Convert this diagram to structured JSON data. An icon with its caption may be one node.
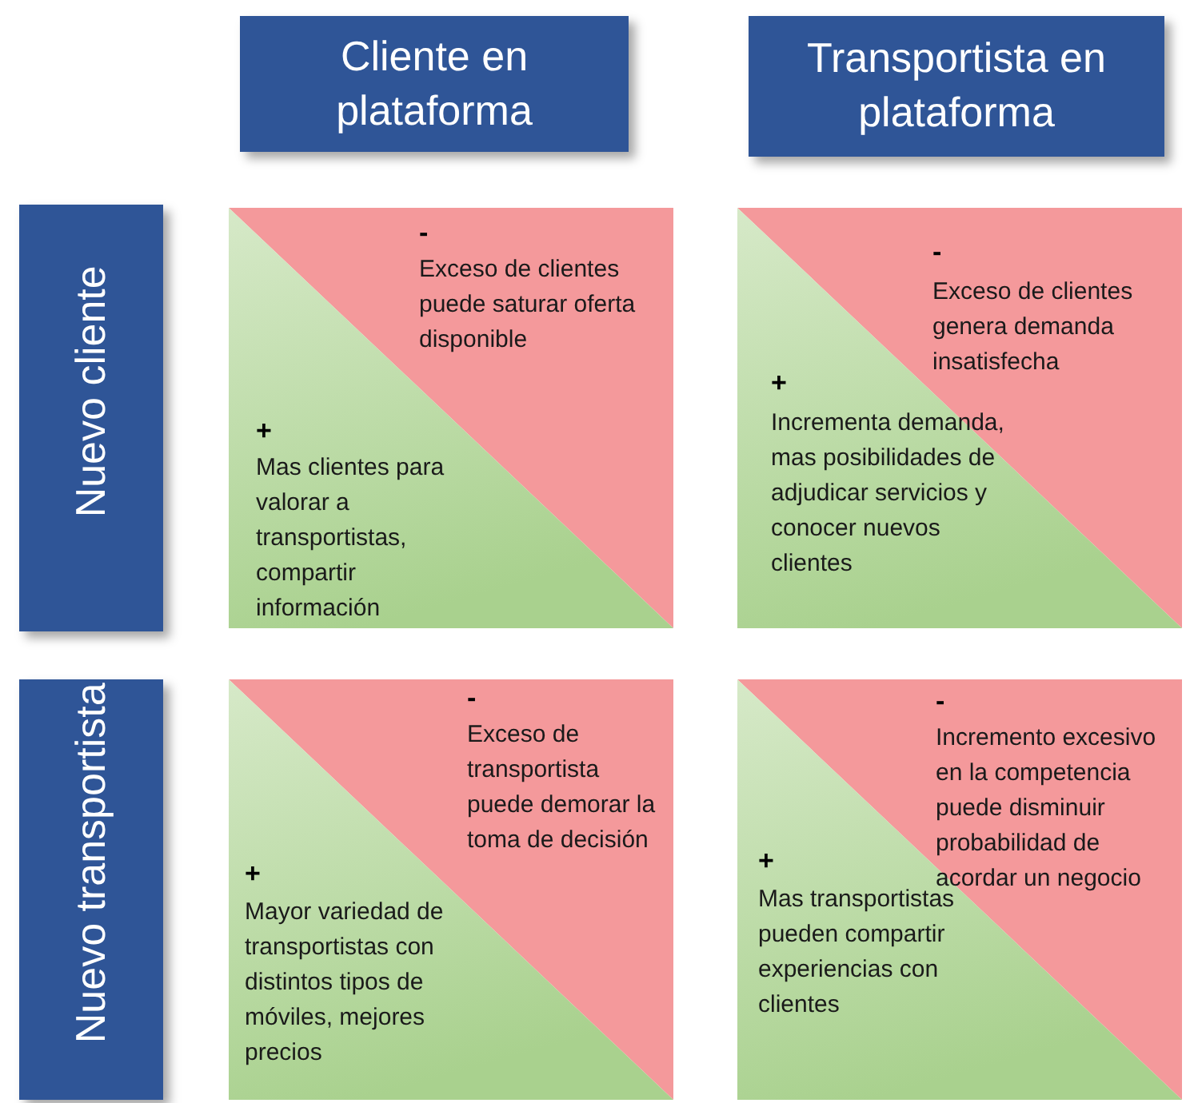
{
  "diagram": {
    "nodes": [
      {
        "text": [
          "Cliente en plataforma"
        ]
      },
      {
        "text": [
          "Transportista en plataforma"
        ]
      },
      {
        "text": [
          "Nuevo cliente"
        ]
      },
      {
        "text": [
          "Nuevo transportista"
        ]
      },
      {
        "text": [
          "-",
          "Exceso de clientes puede saturar oferta disponible"
        ]
      },
      {
        "text": [
          "+",
          "Mas clientes para valorar a transportistas, compartir información"
        ]
      },
      {
        "text": [
          "-",
          "Exceso de clientes genera demanda insatisfecha"
        ]
      },
      {
        "text": [
          "+",
          "Incrementa demanda, mas posibilidades de adjudicar servicios y conocer nuevos clientes"
        ]
      },
      {
        "text": [
          "-",
          "Exceso de transportista puede demorar la toma de decisión"
        ]
      },
      {
        "text": [
          "+",
          "Mayor variedad de transportistas con distintos tipos de móviles, mejores precios"
        ]
      },
      {
        "text": [
          "-",
          "Incremento excesivo en la competencia puede disminuir probabilidad de acordar un negocio"
        ]
      },
      {
        "text": [
          "+",
          "Mas transportistas pueden compartir experiencias con clientes"
        ]
      }
    ]
  }
}
